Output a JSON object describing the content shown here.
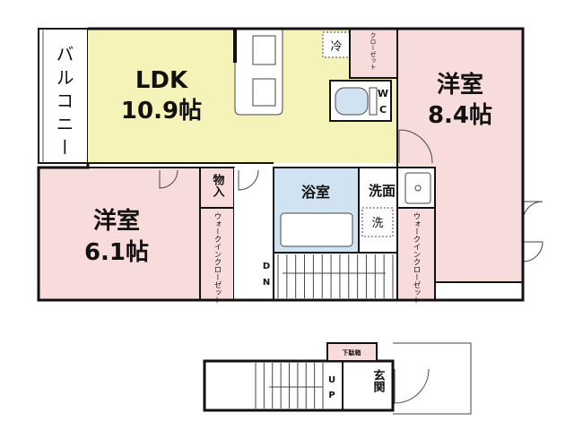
{
  "colors": {
    "ldk": "#f5f3b8",
    "western": "#f8dcdc",
    "bath": "#cfe3f2",
    "closet": "#f8dcdc",
    "wall": "#111111",
    "floor": "#ffffff"
  },
  "rooms": {
    "balcony": "バルコニー",
    "ldk_name": "LDK",
    "ldk_size": "10.9帖",
    "western_big_name": "洋室",
    "western_big_size": "8.4帖",
    "western_small_name": "洋室",
    "western_small_size": "6.1帖",
    "bath": "浴室",
    "washroom": "洗面",
    "wc_w": "W",
    "wc_c": "C",
    "storage": "物入",
    "closet_top": "クローゼット",
    "walkin_left": "ウォークインクローゼット",
    "walkin_right": "ウォークインクローゼット",
    "fridge": "冷",
    "washer": "洗",
    "stairs_dn_d": "D",
    "stairs_dn_n": "N",
    "stairs_up_u": "U",
    "stairs_up_p": "P",
    "shoe_box": "下駄箱",
    "entrance": "玄関"
  }
}
